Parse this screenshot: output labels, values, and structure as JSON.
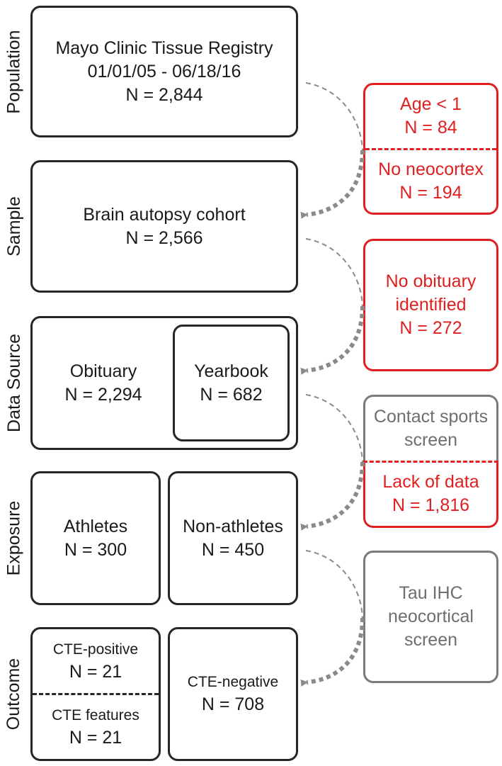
{
  "stages": [
    {
      "label": "Population"
    },
    {
      "label": "Sample"
    },
    {
      "label": "Data Source"
    },
    {
      "label": "Exposure"
    },
    {
      "label": "Outcome"
    }
  ],
  "population": {
    "lines": [
      "Mayo Clinic Tissue Registry",
      "01/01/05 - 06/18/16",
      "N = 2,844"
    ]
  },
  "sample": {
    "lines": [
      "Brain autopsy cohort",
      "N = 2,566"
    ]
  },
  "data_source": {
    "obituary": {
      "lines": [
        "Obituary",
        "N = 2,294"
      ]
    },
    "yearbook": {
      "lines": [
        "Yearbook",
        "N = 682"
      ]
    }
  },
  "exposure": {
    "athletes": {
      "lines": [
        "Athletes",
        "N = 300"
      ]
    },
    "non_athletes": {
      "lines": [
        "Non-athletes",
        "N = 450"
      ]
    }
  },
  "outcome": {
    "cte_positive": {
      "lines": [
        "CTE-positive",
        "N = 21"
      ]
    },
    "cte_features": {
      "lines": [
        "CTE features",
        "N = 21"
      ]
    },
    "cte_negative": {
      "lines": [
        "CTE-negative",
        "N = 708"
      ]
    }
  },
  "exclusions": {
    "age": {
      "lines": [
        "Age < 1",
        "N = 84"
      ]
    },
    "neocortex": {
      "lines": [
        "No neocortex",
        "N = 194"
      ]
    },
    "obituary": {
      "lines": [
        "No obituary",
        "identified",
        "N = 272"
      ]
    },
    "contact_screen": {
      "lines": [
        "Contact sports",
        "screen"
      ]
    },
    "lack_data": {
      "lines": [
        "Lack of data",
        "N = 1,816"
      ]
    },
    "tau_screen": {
      "lines": [
        "Tau IHC",
        "neocortical",
        "screen"
      ]
    }
  },
  "colors": {
    "exclusion": "#e02020",
    "screen": "#7a7a7a",
    "box": "#262626",
    "arrow": "#8a8a8a"
  }
}
